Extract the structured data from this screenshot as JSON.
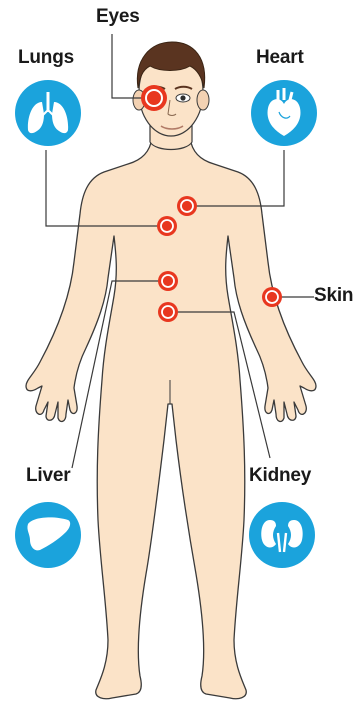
{
  "labels": {
    "eyes": "Eyes",
    "lungs": "Lungs",
    "heart": "Heart",
    "skin": "Skin",
    "liver": "Liver",
    "kidney": "Kidney"
  },
  "icons": {
    "lungs": "lungs-icon",
    "heart": "heart-icon",
    "liver": "liver-icon",
    "kidney": "kidney-icon"
  },
  "colors": {
    "skin": "#fbe3c8",
    "outline": "#3a3a3a",
    "icon_circle": "#1ba3dc",
    "marker": "#e8371f",
    "hair": "#5a3420",
    "leader": "#3a3a3a"
  }
}
